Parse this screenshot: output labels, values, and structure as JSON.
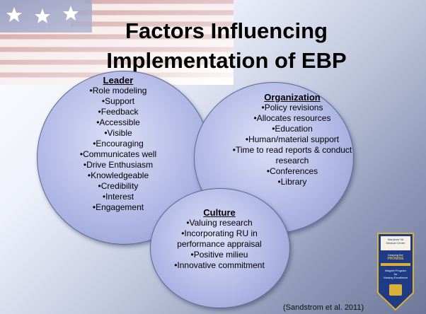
{
  "title": {
    "line1": "Factors Influencing",
    "line2": "Implementation of EBP"
  },
  "groups": {
    "leader": {
      "heading": "Leader",
      "items": [
        "Role modeling",
        "Support",
        "Feedback",
        "Accessible",
        "Visible",
        "Encouraging",
        "Communicates well",
        "Drive Enthusiasm",
        "Knowledgeable",
        "Credibility",
        "Interest",
        "Engagement"
      ]
    },
    "organization": {
      "heading": "Organization",
      "items": [
        "Policy revisions",
        "Allocates resources",
        "Education",
        "Human/material support",
        "Time to read reports & conduct research",
        "Conferences",
        "Library"
      ]
    },
    "culture": {
      "heading": "Culture",
      "items": [
        "Valuing research",
        "Incorporating RU in performance appraisal",
        "Positive milieu",
        "Innovative commitment"
      ]
    }
  },
  "citation": "(Sandstrom et al. 2011)",
  "badge": {
    "line1": "Maryland VA",
    "line2": "Medical Center",
    "line3": "Keeping the",
    "line4": "PROMISE",
    "line5": "Magnet Program",
    "line6": "for",
    "line7": "Nursing Excellence"
  },
  "colors": {
    "circle_fill": "#aab2e2",
    "circle_border": "#5b6a8f",
    "badge_blue": "#1f3b86",
    "badge_gold": "#d8b03a"
  },
  "icons": {
    "flag": "us-flag-banner",
    "badge": "magnet-program-badge"
  }
}
